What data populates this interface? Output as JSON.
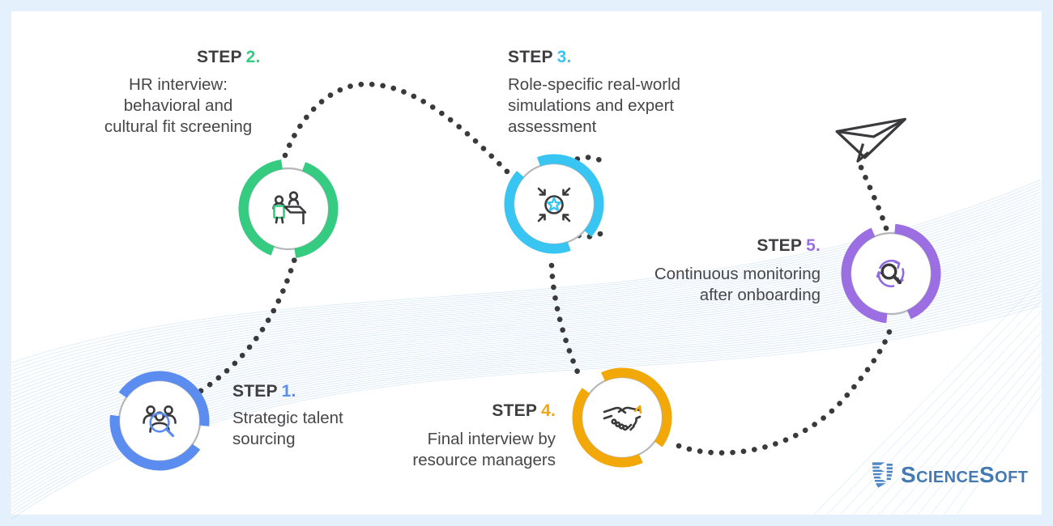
{
  "steps": [
    {
      "word": "STEP",
      "number": "1.",
      "description": "Strategic talent\nsourcing",
      "color": "#5b8df0",
      "icon": "team-search-icon"
    },
    {
      "word": "STEP",
      "number": "2.",
      "description": "HR interview:\nbehavioral and\ncultural fit screening",
      "color": "#35cb81",
      "icon": "interview-icon"
    },
    {
      "word": "STEP",
      "number": "3.",
      "description": "Role-specific real-world\nsimulations and expert\nassessment",
      "color": "#38c5f1",
      "icon": "star-assessment-icon"
    },
    {
      "word": "STEP",
      "number": "4.",
      "description": "Final interview by\nresource managers",
      "color": "#f2a808",
      "icon": "handshake-icon"
    },
    {
      "word": "STEP",
      "number": "5.",
      "description": "Continuous monitoring\nafter onboarding",
      "color": "#9b6fe2",
      "icon": "monitoring-refresh-icon"
    }
  ],
  "branding": {
    "logo_text": "ScienceSoft",
    "logo_color": "#4479b2"
  },
  "decor": {
    "plane_icon": "paper-plane-icon",
    "dot_color": "#3a3a3d",
    "frame_color": "#e4f1fc",
    "gray_ring_color": "#b4b6b9",
    "wave_color": "#a9cdee"
  }
}
